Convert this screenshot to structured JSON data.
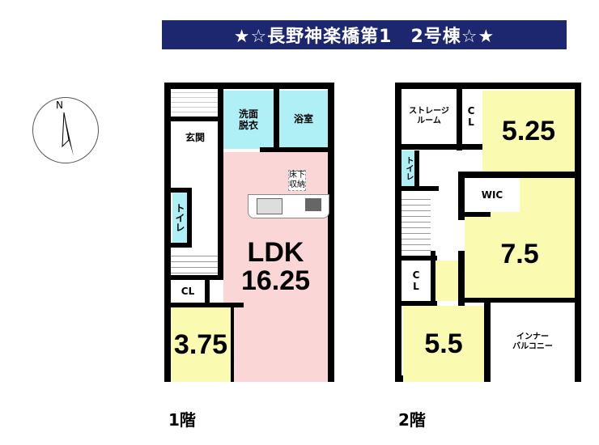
{
  "title": "★☆長野神楽橋第1　2号棟☆★",
  "compass": {
    "north_label": "N"
  },
  "floor1": {
    "label": "1階",
    "rooms": {
      "genkan": "玄関",
      "senmen": "洗面\n脱衣",
      "yokushitsu": "浴室",
      "yukashita": "床下\n収納",
      "ldk_name": "LDK",
      "ldk_size": "16.25",
      "toilet": "トイレ",
      "cl": "CL",
      "room_size": "3.75"
    }
  },
  "floor2": {
    "label": "2階",
    "rooms": {
      "storage": "ストレージ\nルーム",
      "cl_top": "C\nL",
      "room_a": "5.25",
      "toilet": "トイレ",
      "wic": "WIC",
      "room_b": "7.5",
      "cl_bottom": "C\nL",
      "room_c": "5.5",
      "balcony": "インナー\nバルコニー"
    }
  },
  "colors": {
    "banner": "#1c2770",
    "wet": "#aef0f6",
    "ldk": "#fbd6d6",
    "bedroom": "#fafab0"
  }
}
